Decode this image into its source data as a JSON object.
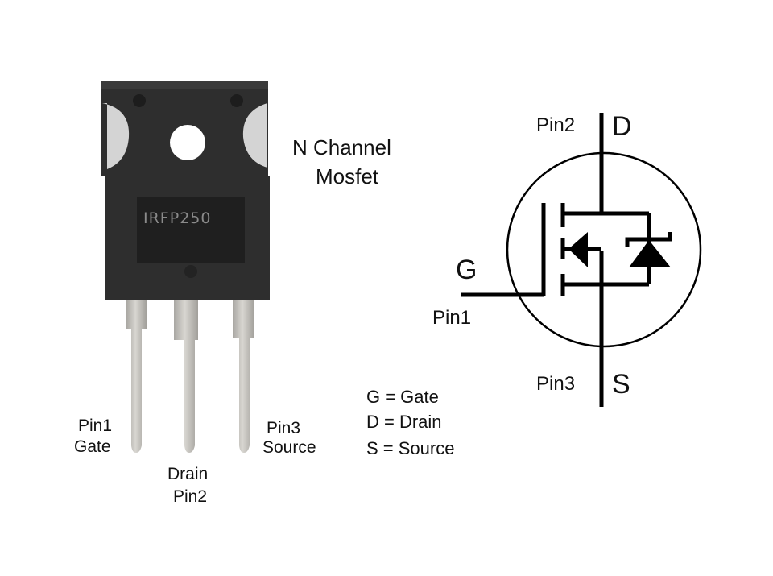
{
  "title": {
    "line1": "N Channel",
    "line2": "Mosfet"
  },
  "component": {
    "part_number": "IRFP250",
    "package_color": "#2b2b2b",
    "lead_color": "#cfcdc8"
  },
  "package_labels": {
    "pin1": {
      "pin": "Pin1",
      "name": "Gate"
    },
    "pin2": {
      "pin": "Pin2",
      "name": "Drain"
    },
    "pin3": {
      "pin": "Pin3",
      "name": "Source"
    }
  },
  "schematic": {
    "drain_pin": "Pin2",
    "drain_letter": "D",
    "gate_letter": "G",
    "gate_pin": "Pin1",
    "source_pin": "Pin3",
    "source_letter": "S"
  },
  "legend": [
    "G = Gate",
    "D = Drain",
    "S = Source"
  ]
}
